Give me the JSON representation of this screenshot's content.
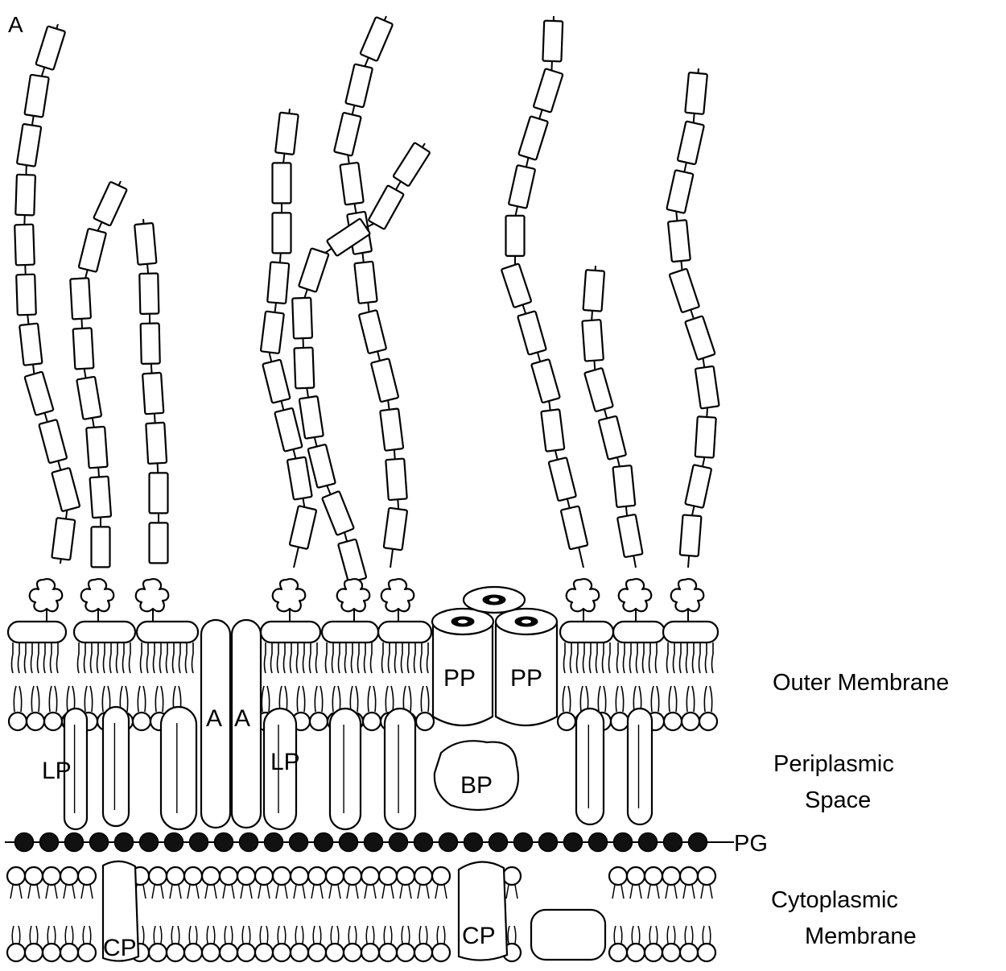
{
  "panel_label": "A",
  "region_labels": {
    "outer_membrane": "Outer Membrane",
    "periplasmic_line1": "Periplasmic",
    "periplasmic_line2": "Space",
    "pg": "PG",
    "cytoplasmic_line1": "Cytoplasmic",
    "cytoplasmic_line2": "Membrane"
  },
  "protein_labels": {
    "lp": "LP",
    "a": "A",
    "pp": "PP",
    "bp": "BP",
    "cp": "CP"
  },
  "colors": {
    "stroke": "#000000",
    "fill": "#ffffff",
    "pg_bead": "#111111"
  }
}
